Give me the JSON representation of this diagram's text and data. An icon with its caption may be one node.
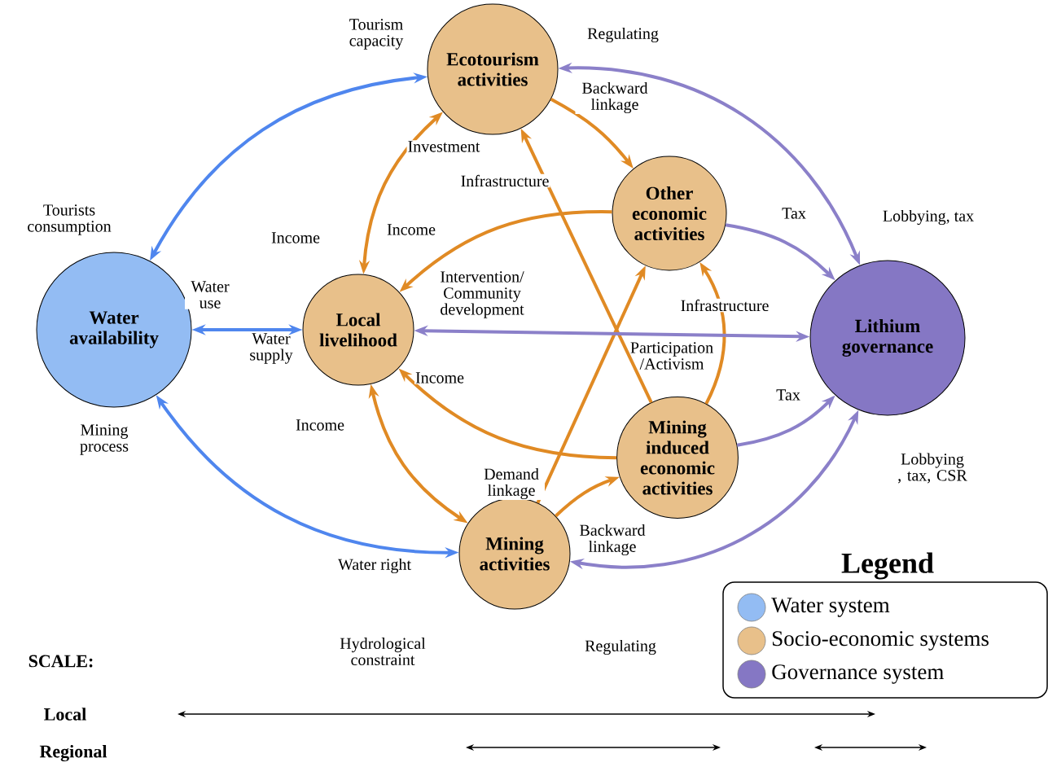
{
  "diagram": {
    "nodes": [
      {
        "text": [
          "Ecotourism activities"
        ]
      },
      {
        "text": [
          "Water availability"
        ]
      },
      {
        "text": [
          "Local livelihood"
        ]
      },
      {
        "text": [
          "Other economic activities"
        ]
      },
      {
        "text": [
          "Lithium governance"
        ]
      },
      {
        "text": [
          "Mining induced economic activities"
        ]
      },
      {
        "text": [
          "Mining activities"
        ]
      }
    ],
    "edges": [
      {
        "from": 1,
        "to": 0,
        "arrow": "both",
        "label": "Tourism capacity",
        "color": "#4f86ee"
      },
      {
        "from": 1,
        "to": 2,
        "arrow": "both",
        "label": "Water use",
        "color": "#4f86ee"
      },
      {
        "from": 1,
        "to": 6,
        "arrow": "both",
        "label": "Mining process",
        "color": "#4f86ee"
      },
      {
        "from": 2,
        "to": 0,
        "arrow": "both",
        "label": "Investment"
      },
      {
        "from": 3,
        "to": 2,
        "arrow": "to",
        "label": "Income"
      },
      {
        "from": 5,
        "to": 2,
        "arrow": "to",
        "label": "Income"
      },
      {
        "from": 2,
        "to": 6,
        "arrow": "both",
        "label": "Income"
      },
      {
        "from": 0,
        "to": 3,
        "arrow": "to",
        "label": "Backward linkage"
      },
      {
        "from": 5,
        "to": 0,
        "arrow": "to",
        "label": "Infrastructure"
      },
      {
        "from": 6,
        "to": 3,
        "arrow": "to",
        "label": "Demand linkage"
      },
      {
        "from": 5,
        "to": 3,
        "arrow": "to",
        "label": "Infrastructure"
      },
      {
        "from": 6,
        "to": 5,
        "arrow": "to",
        "label": "Backward linkage"
      },
      {
        "from": 4,
        "to": 0,
        "arrow": "both",
        "label": "Regulating",
        "color": "#8b80c9"
      },
      {
        "from": 3,
        "to": 4,
        "arrow": "to",
        "label": "Tax",
        "color": "#8b80c9"
      },
      {
        "from": 5,
        "to": 4,
        "arrow": "to",
        "label": "Tax",
        "color": "#8b80c9"
      },
      {
        "from": 2,
        "to": 4,
        "arrow": "both",
        "label": "Intervention/ Community development",
        "color": "#8b80c9"
      },
      {
        "from": 4,
        "to": 6,
        "arrow": "both",
        "label": "Regulating",
        "color": "#8b80c9"
      }
    ],
    "labels": [
      "Lobbying, tax",
      "Tourists consumption",
      "Income",
      "Water supply",
      "Participation /Activism",
      "Lobbying , tax, CSR",
      "Water right",
      "Hydrological constraint",
      "Legend",
      "SCALE:",
      "Local",
      "Regional"
    ],
    "legend": [
      {
        "text": "Water system",
        "color": "#93bcf3"
      },
      {
        "text": "Socio-economic systems",
        "color": "#e8c08a"
      },
      {
        "text": "Governance system",
        "color": "#8577c4"
      }
    ]
  }
}
